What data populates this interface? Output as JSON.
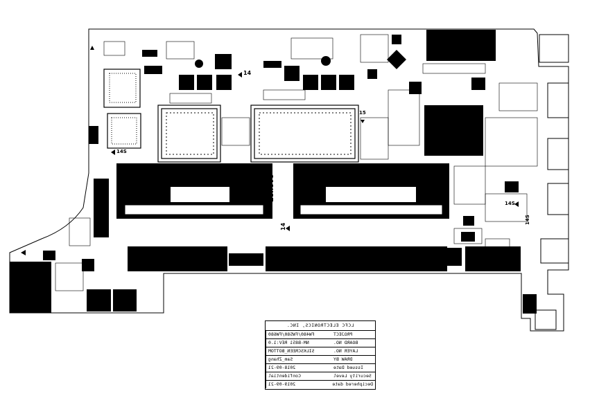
{
  "board": {
    "brand_logo": "Lenovo",
    "markers": [
      "14",
      "14",
      "14S",
      "15",
      "14S",
      "14S"
    ]
  },
  "title_block": {
    "company": "LCFC ELECTRONICS, INC.",
    "rows": [
      {
        "label": "PROJECT",
        "value": "FW480/FW580/FW680"
      },
      {
        "label": "BOARD NO.",
        "value": "NM-B851  REV:1.0"
      },
      {
        "label": "LAYER NO.",
        "value": "SILKSCREEN_BOTTOM"
      },
      {
        "label": "DRAW BY",
        "value": "Sam_Zhang"
      },
      {
        "label": "Issued Date",
        "value": "2018-09-21"
      },
      {
        "label": "Security Level",
        "value": "Confidential"
      },
      {
        "label": "Deciphered date",
        "value": "2019-09-21"
      }
    ]
  }
}
